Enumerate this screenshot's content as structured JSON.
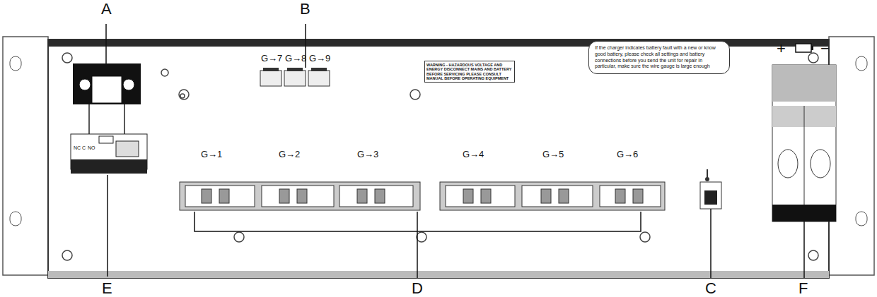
{
  "diagram": {
    "nodes": [
      {
        "text": [
          "WARNING - HAZARDOUS VOLTAGE AND ENERGY DISCONNECT MAINS AND BATTERY BEFORE SERVICING PLEASE CONSULT MANUAL BEFORE OPERATING EQUIPMENT"
        ]
      },
      {
        "text": [
          "If the charger indicates battery fault with a new or know good battery, please check all settings and battery connections before you send the unit for repair In particular, make sure the wire gauge is large enough"
        ]
      }
    ],
    "labels": [
      "A",
      "B",
      "C",
      "D",
      "E",
      "F",
      "G→7",
      "G→8",
      "G→9",
      "G→1",
      "G→2",
      "G→3",
      "G→4",
      "G→5",
      "G→6",
      "+",
      "−",
      "NC",
      "C",
      "NO"
    ]
  }
}
